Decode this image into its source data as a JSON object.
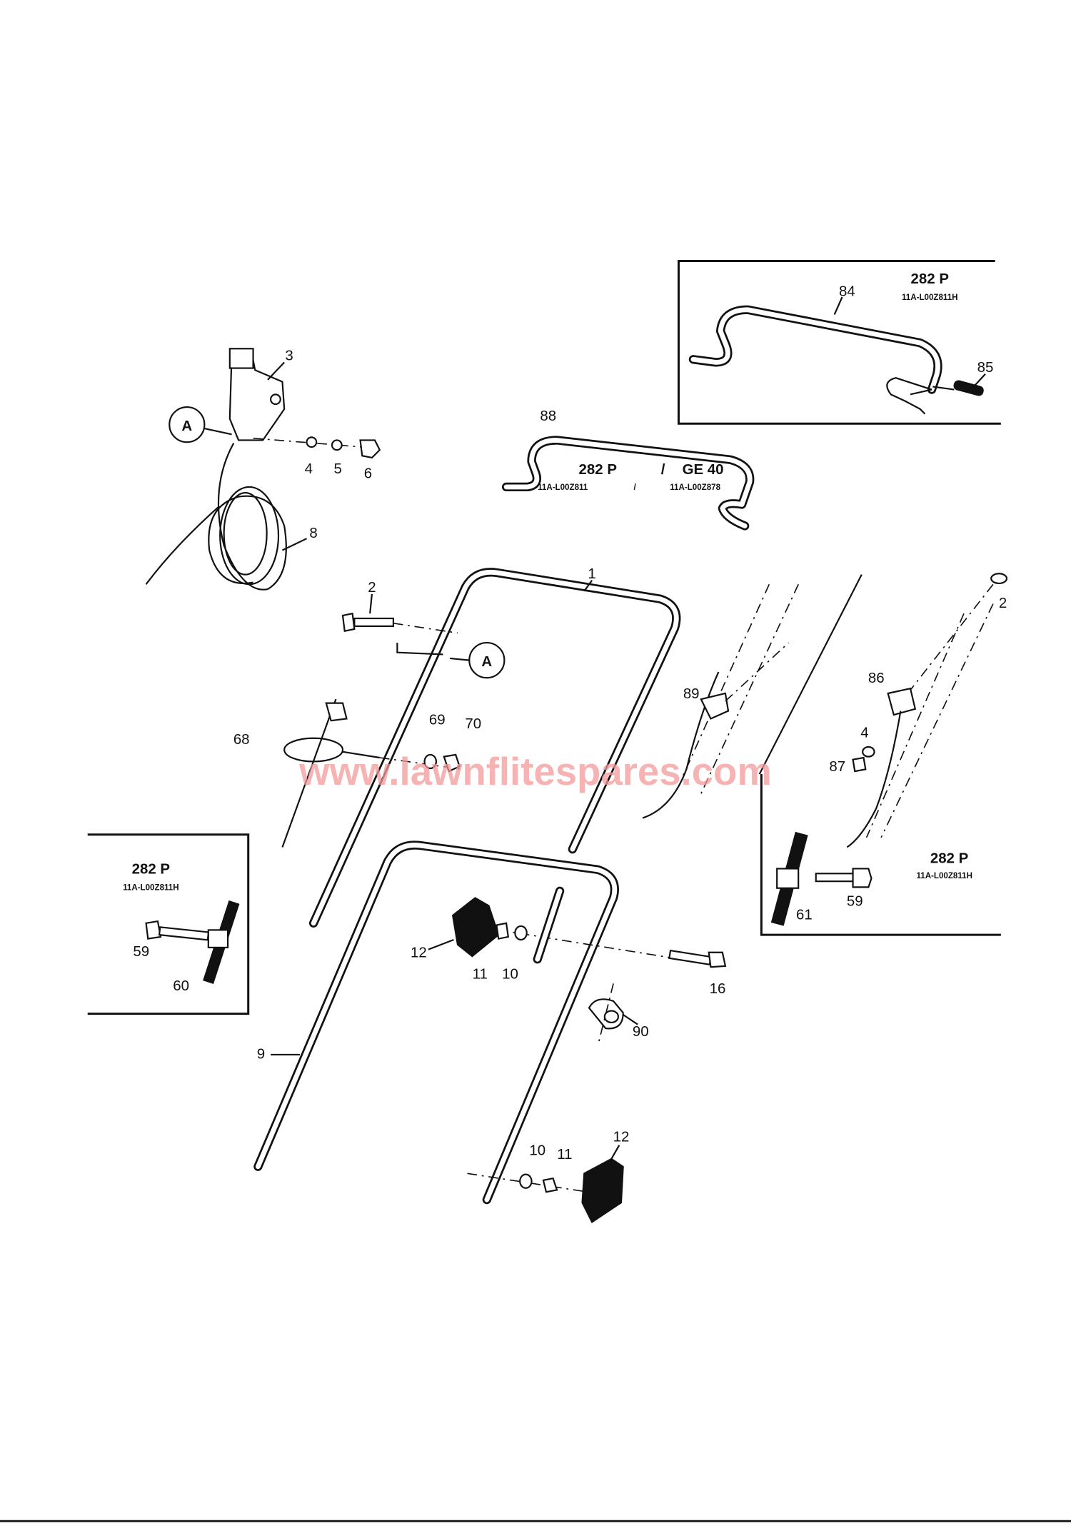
{
  "watermark": "www.lawnflitespares.com",
  "ref_markers": {
    "a_top": "A",
    "a_handle": "A"
  },
  "callouts": {
    "p1": "1",
    "p2_left": "2",
    "p2_right": "2",
    "p3": "3",
    "p4_top": "4",
    "p4_right": "4",
    "p5": "5",
    "p6": "6",
    "p8": "8",
    "p9": "9",
    "p10_mid": "10",
    "p10_bottom": "10",
    "p11_mid": "11",
    "p11_bottom": "11",
    "p12_mid": "12",
    "p12_bottom": "12",
    "p16": "16",
    "p59_left": "59",
    "p59_right": "59",
    "p60": "60",
    "p61": "61",
    "p68": "68",
    "p69": "69",
    "p70": "70",
    "p84": "84",
    "p85": "85",
    "p86": "86",
    "p87": "87",
    "p88": "88",
    "p89": "89",
    "p90": "90"
  },
  "variant_boxes": {
    "top_right": {
      "model": "282 P",
      "code": "11A-L00Z811H"
    },
    "left": {
      "model": "282 P",
      "code": "11A-L00Z811H"
    },
    "right": {
      "model": "282 P",
      "code": "11A-L00Z811H"
    }
  },
  "bar_88_label": {
    "model_a": "282 P",
    "separator": "/",
    "model_b": "GE 40",
    "code_a": "11A-L00Z811",
    "code_b": "11A-L00Z878"
  }
}
